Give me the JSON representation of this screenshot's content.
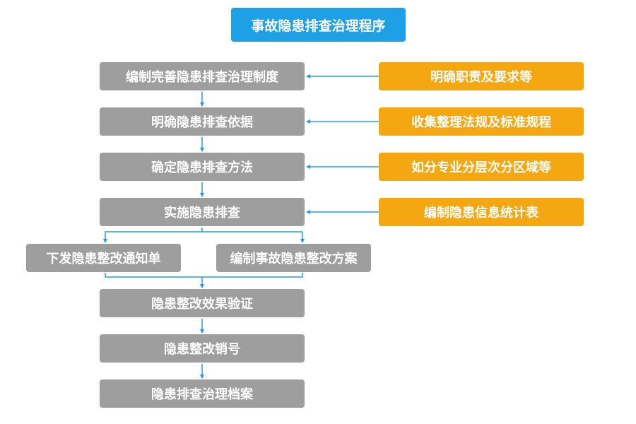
{
  "colors": {
    "title_bg": "#1ea0e6",
    "step_bg": "#9e9e9e",
    "note_bg": "#f5a712",
    "connector": "#1ea0e6"
  },
  "title": "事故隐患排查治理程序",
  "steps": [
    "编制完善隐患排查治理制度",
    "明确隐患排查依据",
    "确定隐患排查方法",
    "实施隐患排查"
  ],
  "branches": [
    "下发隐患整改通知单",
    "编制事故隐患整改方案"
  ],
  "final_steps": [
    "隐患整改效果验证",
    "隐患整改销号",
    "隐患排查治理档案"
  ],
  "notes": [
    "明确职责及要求等",
    "收集整理法规及标准规程",
    "如分专业分层次分区域等",
    "编制隐患信息统计表"
  ]
}
